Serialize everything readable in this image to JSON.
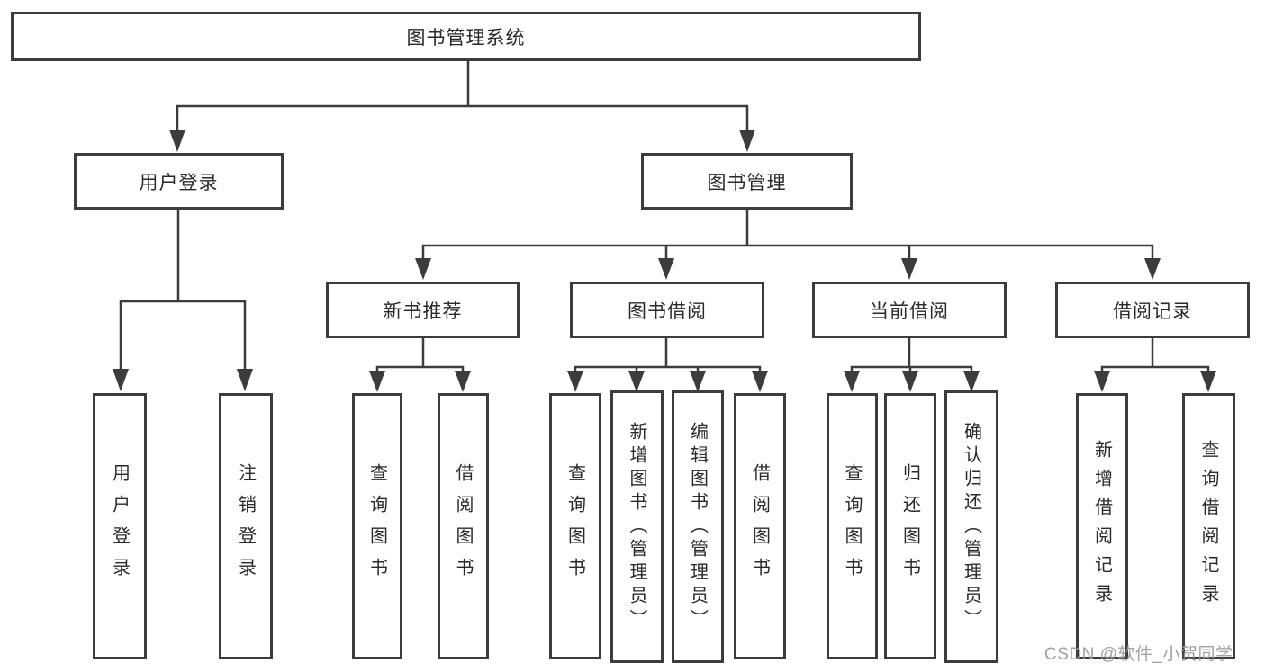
{
  "colors": {
    "line": "#3c3c3c",
    "text": "#2a2a2a",
    "watermark": "#969696",
    "background": "#ffffff"
  },
  "nodes": {
    "root": {
      "label": "图书管理系统"
    },
    "user_login": {
      "label": "用户登录",
      "children": {
        "login": {
          "label": "用户登录"
        },
        "logout": {
          "label": "注销登录"
        }
      }
    },
    "book_mgmt": {
      "label": "图书管理",
      "children": {
        "new_books": {
          "label": "新书推荐",
          "children": {
            "query_books": {
              "label": "查询图书"
            },
            "borrow_books": {
              "label": "借阅图书"
            }
          }
        },
        "book_borrow": {
          "label": "图书借阅",
          "children": {
            "query_books": {
              "label": "查询图书"
            },
            "add_books": {
              "label": "新增图书（管理员）"
            },
            "edit_books": {
              "label": "编辑图书（管理员）"
            },
            "borrow_books": {
              "label": "借阅图书"
            }
          }
        },
        "current_borrow": {
          "label": "当前借阅",
          "children": {
            "query_books": {
              "label": "查询图书"
            },
            "return_books": {
              "label": "归还图书"
            },
            "confirm_return": {
              "label": "确认归还（管理员）"
            }
          }
        },
        "borrow_records": {
          "label": "借阅记录",
          "children": {
            "add_record": {
              "label": "新增借阅记录"
            },
            "query_record": {
              "label": "查询借阅记录"
            }
          }
        }
      }
    }
  },
  "watermark": {
    "label": "CSDN @软件_小贺同学"
  }
}
